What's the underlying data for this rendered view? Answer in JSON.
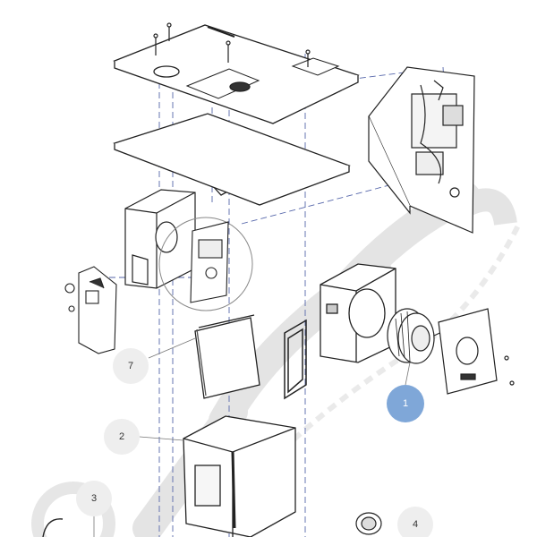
{
  "parts": [
    {
      "id": "7",
      "label": "7",
      "selected": false
    },
    {
      "id": "2",
      "label": "2",
      "selected": false
    },
    {
      "id": "3",
      "label": "3",
      "selected": false
    },
    {
      "id": "4",
      "label": "4",
      "selected": false
    },
    {
      "id": "1",
      "label": "1",
      "selected": true
    }
  ],
  "colors": {
    "selected_badge": "#7fa7d8",
    "badge": "#eeeeee",
    "guide_line": "#5566aa",
    "watermark": "#d9d9d9"
  }
}
